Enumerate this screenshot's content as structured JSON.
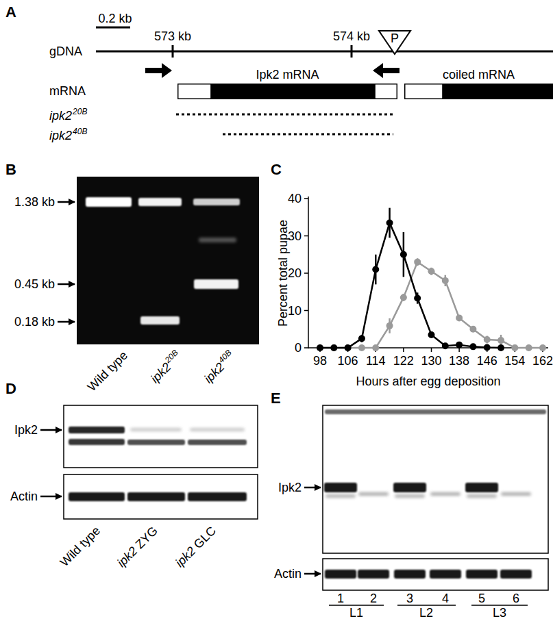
{
  "diagram": {
    "nodes": [
      {
        "text": [
          "P"
        ]
      },
      {
        "text": [
          "Ipk2 mRNA"
        ]
      },
      {
        "text": [
          "coiled mRNA"
        ]
      }
    ],
    "labels": [
      "A",
      "0.2 kb",
      "573 kb",
      "574 kb",
      "gDNA",
      "mRNA",
      "ipk2",
      "20B",
      "ipk2",
      "40B",
      "B",
      "1.38 kb",
      "0.45 kb",
      "0.18 kb",
      "Wild type",
      "ipk2",
      "20B",
      "ipk2",
      "40B",
      "C",
      "40",
      "30",
      "20",
      "10",
      "0",
      "98",
      "106",
      "114",
      "122",
      "130",
      "138",
      "146",
      "154",
      "162",
      "Percent total pupae",
      "Hours after egg deposition",
      "D",
      "Ipk2",
      "Actin",
      "Wild type",
      "ipk2",
      "ZYG",
      "ipk2",
      "GLC",
      "E",
      "Ipk2",
      "Actin",
      "1",
      "2",
      "3",
      "4",
      "5",
      "6",
      "L1",
      "L2",
      "L3"
    ]
  }
}
